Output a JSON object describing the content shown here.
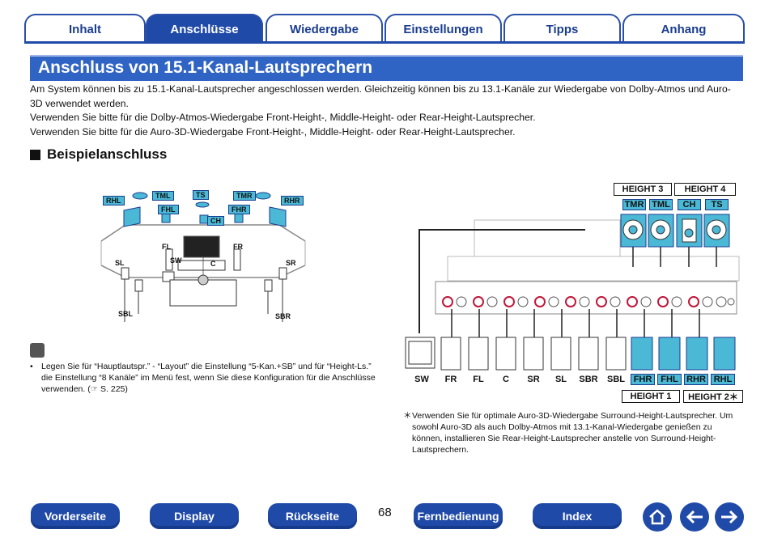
{
  "tabs": [
    "Inhalt",
    "Anschlüsse",
    "Wiedergabe",
    "Einstellungen",
    "Tipps",
    "Anhang"
  ],
  "active_tab": "Anschlüsse",
  "title": "Anschluss von 15.1-Kanal-Lautsprechern",
  "intro": [
    "Am System können bis zu 15.1-Kanal-Lautsprecher angeschlossen werden. Gleichzeitig können bis zu 13.1-Kanäle zur Wiedergabe von Dolby-Atmos und Auro-3D verwendet werden.",
    "Verwenden Sie bitte für die Dolby-Atmos-Wiedergabe Front-Height-, Middle-Height- oder Rear-Height-Lautsprecher.",
    "Verwenden Sie bitte für die Auro-3D-Wiedergabe Front-Height-, Middle-Height- oder Rear-Height-Lautsprecher."
  ],
  "section_title": "Beispielanschluss",
  "room_labels": {
    "rhl": "RHL",
    "tml": "TML",
    "ts": "TS",
    "tmr": "TMR",
    "rhr": "RHR",
    "fhl": "FHL",
    "fhr": "FHR",
    "ch": "CH",
    "fl": "FL",
    "fr": "FR",
    "sw": "SW",
    "c": "C",
    "sl": "SL",
    "sr": "SR",
    "sbl": "SBL",
    "sbr": "SBR"
  },
  "note": {
    "bullet": "•",
    "text": "Legen Sie für “Hauptlautspr.” - “Layout” die Einstellung “5-Kan.+SB” und für “Height-Ls.” die Einstellung “8 Kanäle” im Menü fest, wenn Sie diese Konfiguration für die Anschlüsse verwenden. (☞ S. 225)"
  },
  "height_top": [
    "HEIGHT 3",
    "HEIGHT 4"
  ],
  "top_speakers": [
    "TMR",
    "TML",
    "CH",
    "TS"
  ],
  "bottom_speakers": [
    "SW",
    "FR",
    "FL",
    "C",
    "SR",
    "SL",
    "SBR",
    "SBL",
    "FHR",
    "FHL",
    "RHR",
    "RHL"
  ],
  "height_bottom": [
    "HEIGHT 1",
    "HEIGHT 2＊"
  ],
  "right_note": {
    "mark": "＊",
    "text": "Verwenden Sie für optimale Auro-3D-Wiedergabe Surround-Height-Lautsprecher. Um sowohl Auro-3D als auch Dolby-Atmos mit 13.1-Kanal-Wiedergabe genießen zu können, installieren Sie Rear-Height-Lautsprecher anstelle von Surround-Height-Lautsprechern."
  },
  "footer": {
    "buttons": [
      "Vorderseite",
      "Display",
      "Rückseite",
      "Fernbedienung",
      "Index"
    ],
    "page": "68"
  },
  "colors": {
    "accent": "#1f4aa8",
    "title_bg": "#2f63c4",
    "height_speaker": "#4bb8d6"
  }
}
